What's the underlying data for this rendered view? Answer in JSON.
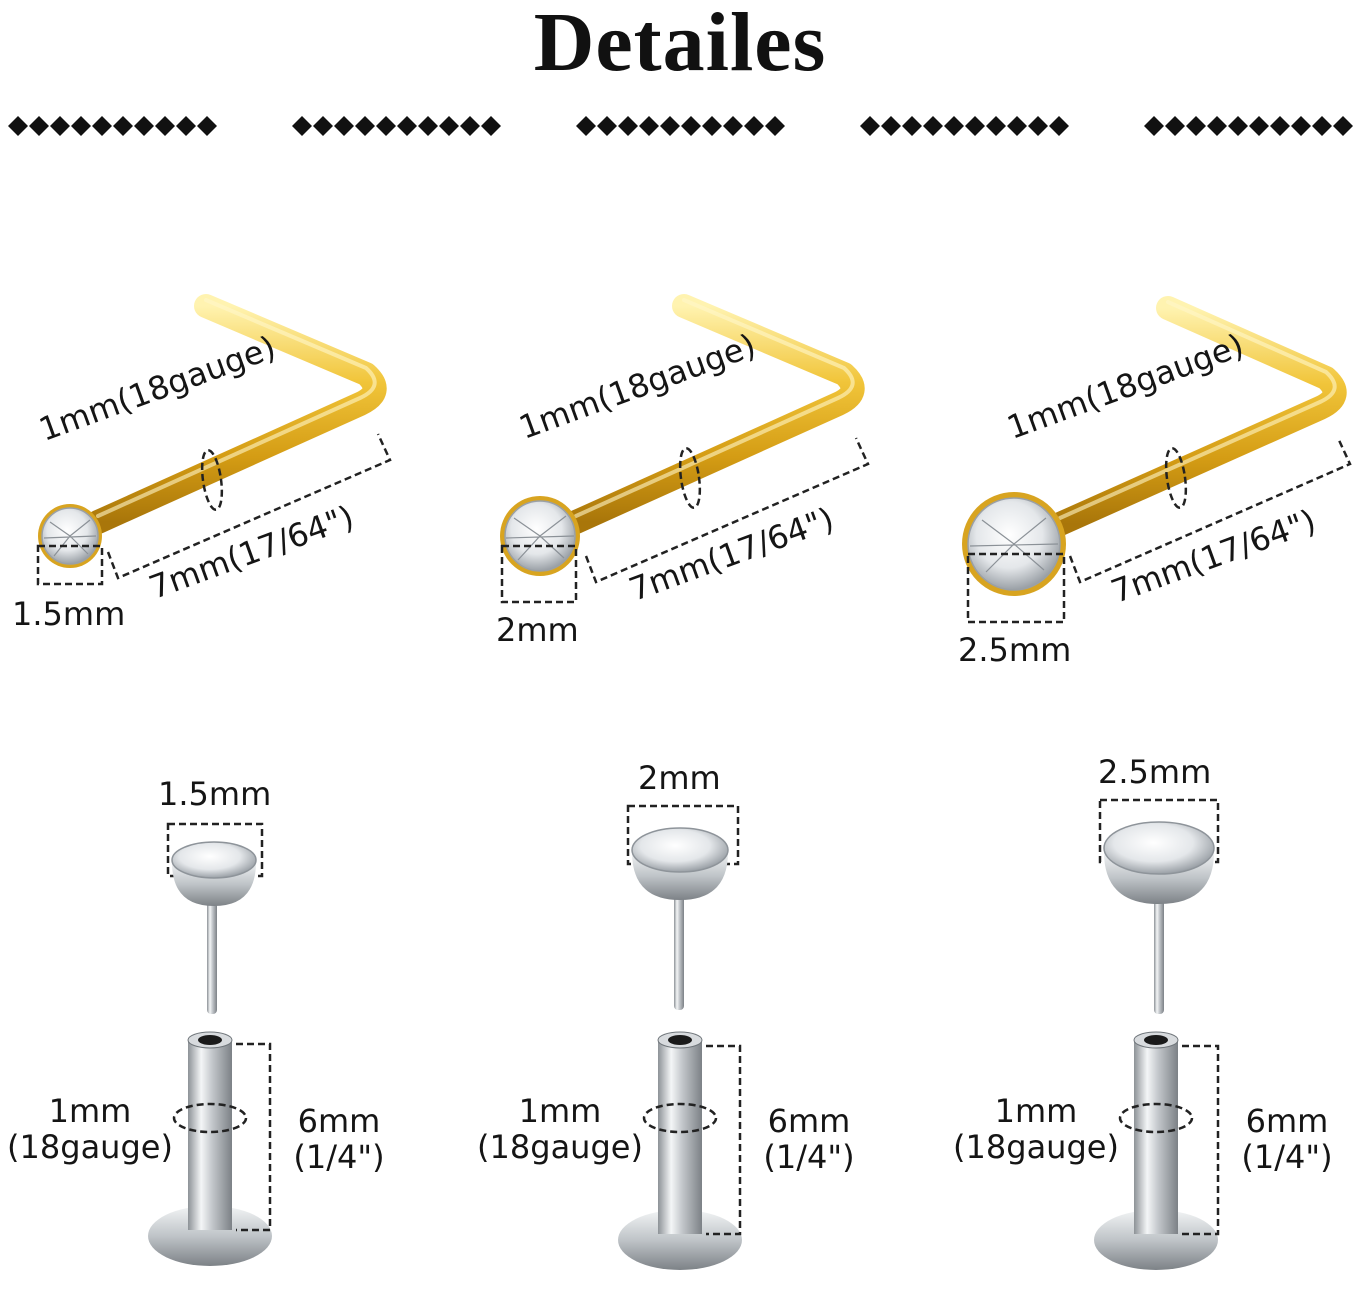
{
  "title": "Detailes",
  "colors": {
    "gold": "#e0b32a",
    "steel": "#c9cdd1",
    "text": "#151515"
  },
  "nose_studs": [
    {
      "gauge": "1mm(18gauge)",
      "length": "7mm(17/64\")",
      "gem": "1.5mm"
    },
    {
      "gauge": "1mm(18gauge)",
      "length": "7mm(17/64\")",
      "gem": "2mm"
    },
    {
      "gauge": "1mm(18gauge)",
      "length": "7mm(17/64\")",
      "gem": "2.5mm"
    }
  ],
  "labrets": [
    {
      "gem": "1.5mm",
      "gauge_line1": "1mm",
      "gauge_line2": "(18gauge)",
      "length_line1": "6mm",
      "length_line2": "(1/4\")"
    },
    {
      "gem": "2mm",
      "gauge_line1": "1mm",
      "gauge_line2": "(18gauge)",
      "length_line1": "6mm",
      "length_line2": "(1/4\")"
    },
    {
      "gem": "2.5mm",
      "gauge_line1": "1mm",
      "gauge_line2": "(18gauge)",
      "length_line1": "6mm",
      "length_line2": "(1/4\")"
    }
  ]
}
